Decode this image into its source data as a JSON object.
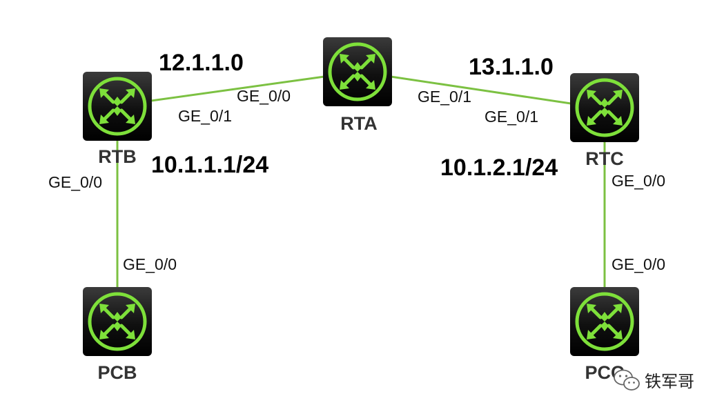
{
  "devices": {
    "rta": {
      "label": "RTA"
    },
    "rtb": {
      "label": "RTB"
    },
    "rtc": {
      "label": "RTC"
    },
    "pcb": {
      "label": "PCB"
    },
    "pcc": {
      "label": "PCC"
    }
  },
  "ports": {
    "rta_ge00": "GE_0/0",
    "rtb_ge01": "GE_0/1",
    "rta_ge01": "GE_0/1",
    "rtc_ge01": "GE_0/1",
    "rtb_ge00": "GE_0/0",
    "pcb_ge00": "GE_0/0",
    "rtc_ge00": "GE_0/0",
    "pcc_ge00": "GE_0/0"
  },
  "networks": {
    "rtb_rta": "12.1.1.0",
    "rta_rtc": "13.1.1.0",
    "rtb_lan": "10.1.1.1/24",
    "rtc_lan": "10.1.2.1/24"
  },
  "watermark": {
    "text": "铁军哥",
    "icon": "wechat-icon"
  },
  "colors": {
    "link": "#7cc142",
    "icon": "#7ee03a",
    "device_bg": "#1a1a1a"
  }
}
